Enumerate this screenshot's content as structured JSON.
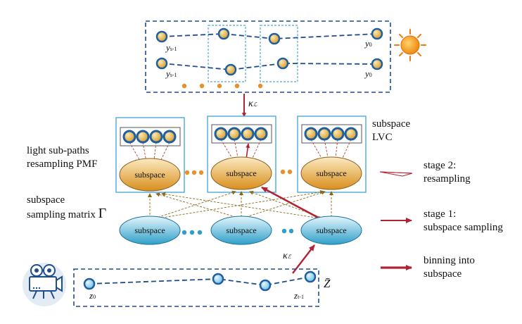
{
  "light_path": {
    "label_top_left": "y",
    "label_top_left_sub": "s-1",
    "label_top_right": "y",
    "label_top_right_sub": "0",
    "label_bottom_left": "y",
    "label_bottom_left_sub": "s-1",
    "label_bottom_right": "y",
    "label_bottom_right_sub": "0"
  },
  "kappa_L": "κ",
  "kappa_L_sub": "ℒ",
  "kappa_E": "κ",
  "kappa_E_sub": "ℰ",
  "subspace_node_label": "subspace",
  "lvc_label_line1": "subspace",
  "lvc_label_line2": "LVC",
  "pmf_label_line1": "light sub-paths",
  "pmf_label_line2": "resampling PMF",
  "matrix_label_line1": "subspace",
  "matrix_label_line2": "sampling matrix",
  "matrix_symbol": "Γ",
  "camera_path": {
    "label_left": "z",
    "label_left_sub": "0",
    "label_right": "z",
    "label_right_sub": "t-1",
    "set_symbol": "Z̄"
  },
  "legend": {
    "stage2_line1": "stage 2:",
    "stage2_line2": "resampling",
    "stage1_line1": "stage 1:",
    "stage1_line2": "subspace sampling",
    "binning_line1": "binning into",
    "binning_line2": "subspace"
  },
  "colors": {
    "dash_blue": "#1f4e8c",
    "box_blue": "#4ea8d8",
    "vertex_fill": "#e8b84a",
    "vertex_ring": "#1f5fa0",
    "orange_dot": "#e8902a",
    "gold_ellipse": "#e3a838",
    "teal_ellipse": "#4ab2cf",
    "arrow_red": "#b22234",
    "sun": "#f0a020"
  }
}
